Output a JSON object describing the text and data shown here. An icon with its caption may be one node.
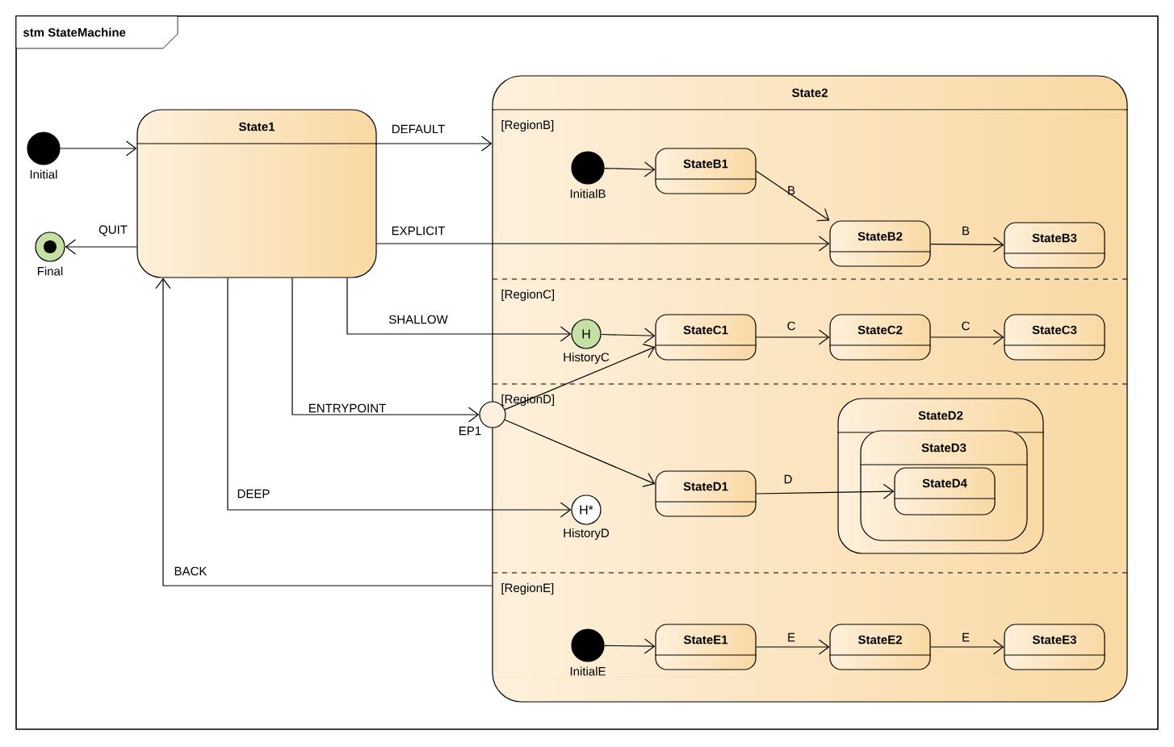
{
  "diagram": {
    "title": "stm StateMachine",
    "nodes": [
      {
        "text": [
          "State1"
        ]
      },
      {
        "text": [],
        "shape": "circle",
        "beside": [
          "Initial"
        ]
      },
      {
        "text": [],
        "shape": "circle",
        "beside": [
          "Final"
        ]
      },
      {
        "text": [
          "State2"
        ]
      },
      {
        "text": [
          "[RegionB]"
        ],
        "in": 3
      },
      {
        "text": [
          "[RegionC]"
        ],
        "in": 3
      },
      {
        "text": [
          "[RegionD]"
        ],
        "in": 3
      },
      {
        "text": [
          "[RegionE]"
        ],
        "in": 3
      },
      {
        "text": [],
        "shape": "circle",
        "beside": [
          "InitialB"
        ],
        "in": 4
      },
      {
        "text": [
          "StateB1"
        ],
        "in": 4
      },
      {
        "text": [
          "StateB2"
        ],
        "in": 4
      },
      {
        "text": [
          "StateB3"
        ],
        "in": 4
      },
      {
        "text": [
          "H"
        ],
        "beside": [
          "HistoryC"
        ],
        "in": 5
      },
      {
        "text": [
          "StateC1"
        ],
        "in": 5
      },
      {
        "text": [
          "StateC2"
        ],
        "in": 5
      },
      {
        "text": [
          "StateC3"
        ],
        "in": 5
      },
      {
        "text": [],
        "shape": "circle",
        "beside": [
          "EP1"
        ]
      },
      {
        "text": [
          "StateD1"
        ],
        "in": 6
      },
      {
        "text": [
          "H*"
        ],
        "beside": [
          "HistoryD"
        ],
        "in": 6
      },
      {
        "text": [
          "StateD2"
        ],
        "in": 6
      },
      {
        "text": [
          "StateD3"
        ],
        "in": 19
      },
      {
        "text": [
          "StateD4"
        ],
        "in": 20
      },
      {
        "text": [],
        "shape": "circle",
        "beside": [
          "InitialE"
        ],
        "in": 7
      },
      {
        "text": [
          "StateE1"
        ],
        "in": 7
      },
      {
        "text": [
          "StateE2"
        ],
        "in": 7
      },
      {
        "text": [
          "StateE3"
        ],
        "in": 7
      }
    ],
    "edges": [
      {
        "from": 1,
        "to": 0,
        "arrow": "to"
      },
      {
        "from": 0,
        "to": 2,
        "arrow": "to",
        "label": "QUIT"
      },
      {
        "from": 0,
        "to": 3,
        "arrow": "to",
        "label": "DEFAULT"
      },
      {
        "from": 0,
        "to": 10,
        "arrow": "to",
        "label": "EXPLICIT"
      },
      {
        "from": 0,
        "to": 12,
        "arrow": "to",
        "label": "SHALLOW"
      },
      {
        "from": 0,
        "to": 16,
        "arrow": "to",
        "label": "ENTRYPOINT"
      },
      {
        "from": 0,
        "to": 18,
        "arrow": "to",
        "label": "DEEP"
      },
      {
        "from": 3,
        "to": 0,
        "arrow": "to",
        "label": "BACK"
      },
      {
        "from": 8,
        "to": 9,
        "arrow": "to"
      },
      {
        "from": 9,
        "to": 10,
        "arrow": "to",
        "label": "B"
      },
      {
        "from": 10,
        "to": 11,
        "arrow": "to",
        "label": "B"
      },
      {
        "from": 12,
        "to": 13,
        "arrow": "to"
      },
      {
        "from": 13,
        "to": 14,
        "arrow": "to",
        "label": "C"
      },
      {
        "from": 14,
        "to": 15,
        "arrow": "to",
        "label": "C"
      },
      {
        "from": 16,
        "to": 13,
        "arrow": "to"
      },
      {
        "from": 16,
        "to": 17,
        "arrow": "to"
      },
      {
        "from": 17,
        "to": 21,
        "arrow": "to",
        "label": "D"
      },
      {
        "from": 22,
        "to": 23,
        "arrow": "to"
      },
      {
        "from": 23,
        "to": 24,
        "arrow": "to",
        "label": "E"
      },
      {
        "from": 24,
        "to": 25,
        "arrow": "to",
        "label": "E"
      }
    ]
  }
}
